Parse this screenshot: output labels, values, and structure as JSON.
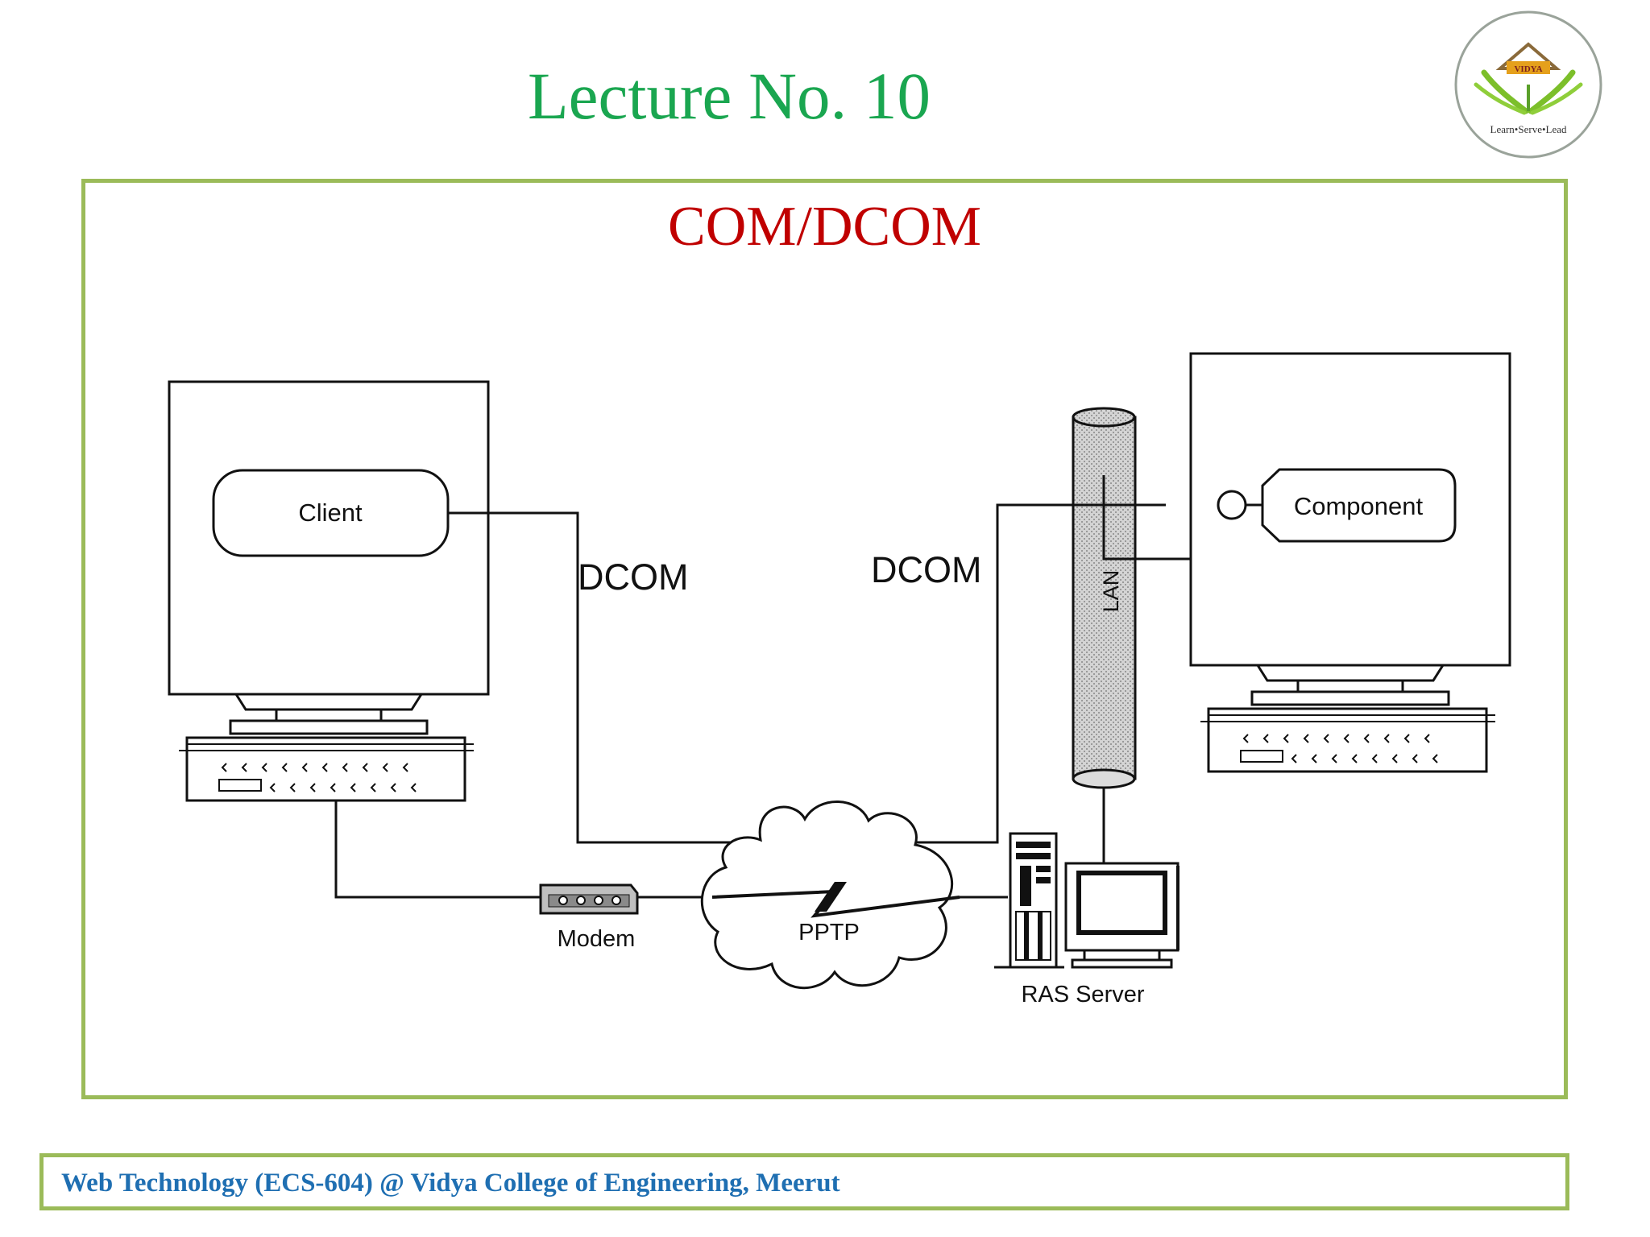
{
  "slide": {
    "title": "Lecture No. 10",
    "colors": {
      "title": "#1aa650",
      "heading": "#c00000",
      "frame": "#9bbb59",
      "footer_text": "#1f6fb2"
    }
  },
  "logo": {
    "name": "VIDYA",
    "tagline": "Learn•Serve•Lead"
  },
  "diagram": {
    "heading": "COM/DCOM",
    "nodes": {
      "client": "Client",
      "component": "Component",
      "modem": "Modem",
      "pptp": "PPTP",
      "ras_server": "RAS Server",
      "lan": "LAN"
    },
    "links": {
      "dcom_left": "DCOM",
      "dcom_right": "DCOM"
    }
  },
  "footer": {
    "text": "Web Technology (ECS-604) @ Vidya College of Engineering, Meerut"
  }
}
